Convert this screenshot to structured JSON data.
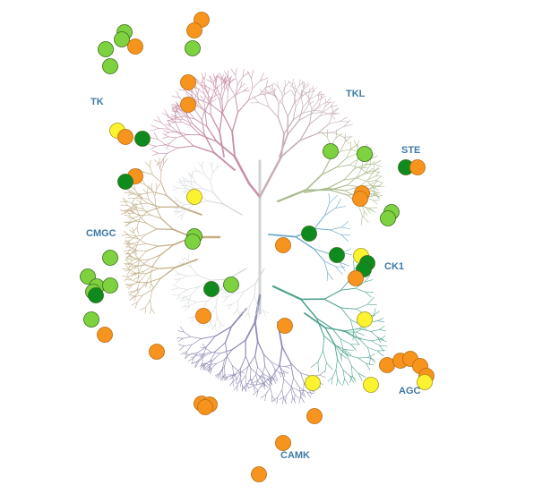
{
  "diagram": {
    "families": [
      {
        "key": "tk",
        "label": "TK",
        "color": "#c792ab"
      },
      {
        "key": "tkl",
        "label": "TKL",
        "color": "#c8aeb4"
      },
      {
        "key": "ste",
        "label": "STE",
        "color": "#a9ba8a"
      },
      {
        "key": "ck1",
        "label": "CK1",
        "color": "#6ea8c8"
      },
      {
        "key": "agc",
        "label": "AGC",
        "color": "#4fa391"
      },
      {
        "key": "camk",
        "label": "CAMK",
        "color": "#8e8bb4"
      },
      {
        "key": "cmgc",
        "label": "CMGC",
        "color": "#c2ad84"
      },
      {
        "key": "other",
        "label": "",
        "color": "#d5d9dc"
      }
    ],
    "marker_colors": {
      "orange": "#f7941d",
      "light_green": "#7ed23f",
      "dark_green": "#0e8a1e",
      "yellow": "#fbf230"
    }
  }
}
